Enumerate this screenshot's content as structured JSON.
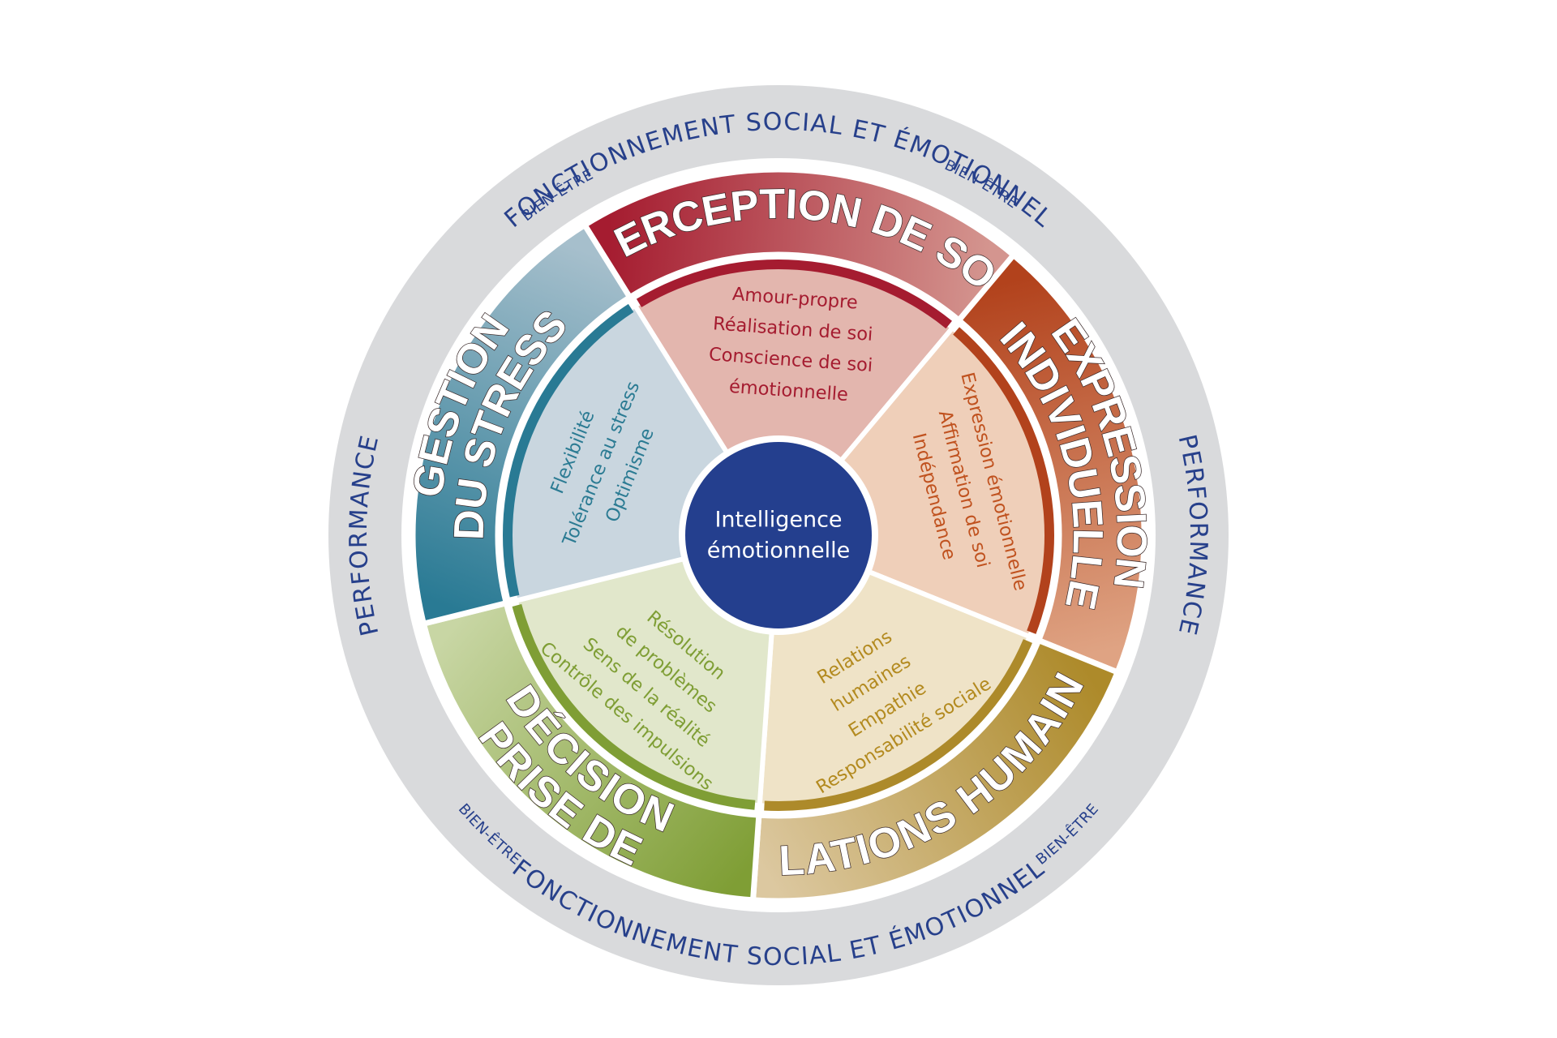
{
  "outer_ring": {
    "top_label": "FONCTIONNEMENT SOCIAL ET ÉMOTIONNEL",
    "bottom_label": "FONCTIONNEMENT SOCIAL ET ÉMOTIONNEL",
    "left_label": "PERFORMANCE",
    "right_label": "PERFORMANCE",
    "wellbeing_label": "BIEN-ÊTRE",
    "ring_color": "#d9dadc",
    "text_color": "#27408b"
  },
  "center": {
    "line1": "Intelligence",
    "line2": "émotionnelle",
    "color": "#243f8e"
  },
  "sectors": [
    {
      "title": [
        "PERCEPTION DE SOI"
      ],
      "items": [
        "Amour-propre",
        "Réalisation de soi",
        "Conscience de soi",
        "émotionnelle"
      ],
      "band_color_dark": "#a51c30",
      "band_color_light": "#d4958f",
      "inner_color": "#e3b6ae",
      "text_color": "#a51c30"
    },
    {
      "title": [
        "EXPRESSION",
        "INDIVIDUELLE"
      ],
      "items": [
        "Expression émotionnelle",
        "Affirmation de soi",
        "Indépendance"
      ],
      "band_color_dark": "#b2421c",
      "band_color_light": "#dfa383",
      "inner_color": "#efcfb9",
      "text_color": "#c0521f"
    },
    {
      "title": [
        "RELATIONS HUMAINES"
      ],
      "items": [
        "Relations",
        "humaines",
        "Empathie",
        "Responsabilité sociale"
      ],
      "band_color_dark": "#ad8a2a",
      "band_color_light": "#dcc8a0",
      "inner_color": "#efe3c7",
      "text_color": "#b38a1f"
    },
    {
      "title": [
        "PRISE DE",
        "DÉCISION"
      ],
      "items": [
        "Résolution",
        "de problèmes",
        "Sens de la réalité",
        "Contrôle des impulsions"
      ],
      "band_color_dark": "#7f9e35",
      "band_color_light": "#c8d6a4",
      "inner_color": "#e1e7cb",
      "text_color": "#7f9e35"
    },
    {
      "title": [
        "GESTION",
        "DU STRESS"
      ],
      "items": [
        "Flexibilité",
        "Tolérance au stress",
        "Optimisme"
      ],
      "band_color_dark": "#297a94",
      "band_color_light": "#a6bfcc",
      "inner_color": "#c9d6df",
      "text_color": "#2b7b93"
    }
  ]
}
